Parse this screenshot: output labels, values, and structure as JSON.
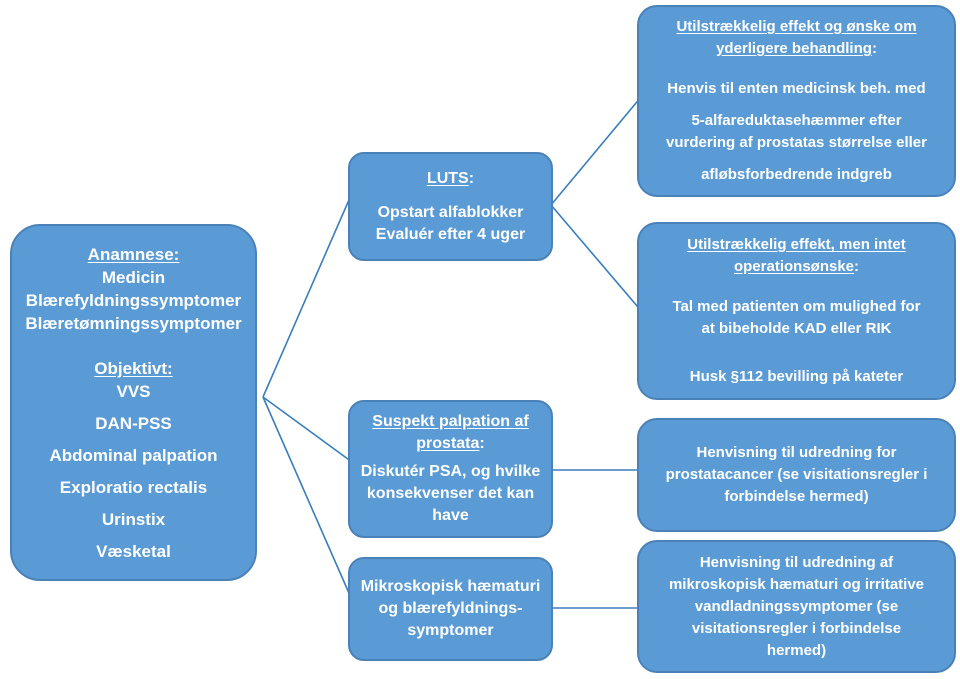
{
  "style": {
    "box_fill": "#5b9bd5",
    "box_border": "#4a81b8",
    "text_color": "#ffffff",
    "connector_color": "#3a7dbd"
  },
  "left_box": {
    "heading1": "Anamnese:",
    "group1": [
      "Medicin",
      "Blærefyldningssymptomer",
      "Blæretømningssymptomer"
    ],
    "heading2": "Objektivt:",
    "group2": [
      "VVS"
    ],
    "spaced_items": [
      "DAN-PSS",
      "Abdominal palpation",
      "Exploratio rectalis",
      "Urinstix",
      "Væsketal"
    ]
  },
  "luts_box": {
    "heading_u": "LUTS",
    "heading_suffix": ":",
    "lines": [
      "Opstart alfablokker",
      "Evaluér efter 4 uger"
    ]
  },
  "palpation_box": {
    "heading_lines": [
      {
        "u": "Suspekt palpation af",
        "suffix": ""
      },
      {
        "u": "prostata",
        "suffix": ":"
      }
    ],
    "lines": [
      "Diskutér PSA, og hvilke",
      "konsekvenser det kan",
      "have"
    ]
  },
  "haematuri_box": {
    "lines": [
      "Mikroskopisk hæmaturi",
      "og blærefyldnings-",
      "symptomer"
    ]
  },
  "right_box1": {
    "heading_lines": [
      {
        "u": "Utilstrækkelig effekt og ønske om",
        "suffix": ""
      },
      {
        "u": "yderligere behandling",
        "suffix": ":"
      }
    ],
    "para1": [
      "Henvis til enten medicinsk beh. med"
    ],
    "para2": [
      "5-alfareduktasehæmmer efter",
      "vurdering af prostatas størrelse eller"
    ],
    "para3": [
      "afløbsforbedrende indgreb"
    ]
  },
  "right_box2": {
    "heading_lines": [
      {
        "u": "Utilstrækkelig effekt, men intet",
        "suffix": ""
      },
      {
        "u": "operationsønske",
        "suffix": ":"
      }
    ],
    "para1": [
      "Tal med patienten om mulighed for",
      "at bibeholde KAD eller RIK"
    ],
    "para2": [
      "Husk §112 bevilling på kateter"
    ]
  },
  "right_box3": {
    "lines": [
      "Henvisning til udredning for",
      "prostatacancer (se visitationsregler i",
      "forbindelse hermed)"
    ]
  },
  "right_box4": {
    "lines": [
      "Henvisning til udredning af",
      "mikroskopisk hæmaturi og irritative",
      "vandladningssymptomer (se",
      "visitationsregler i forbindelse",
      "hermed)"
    ]
  }
}
